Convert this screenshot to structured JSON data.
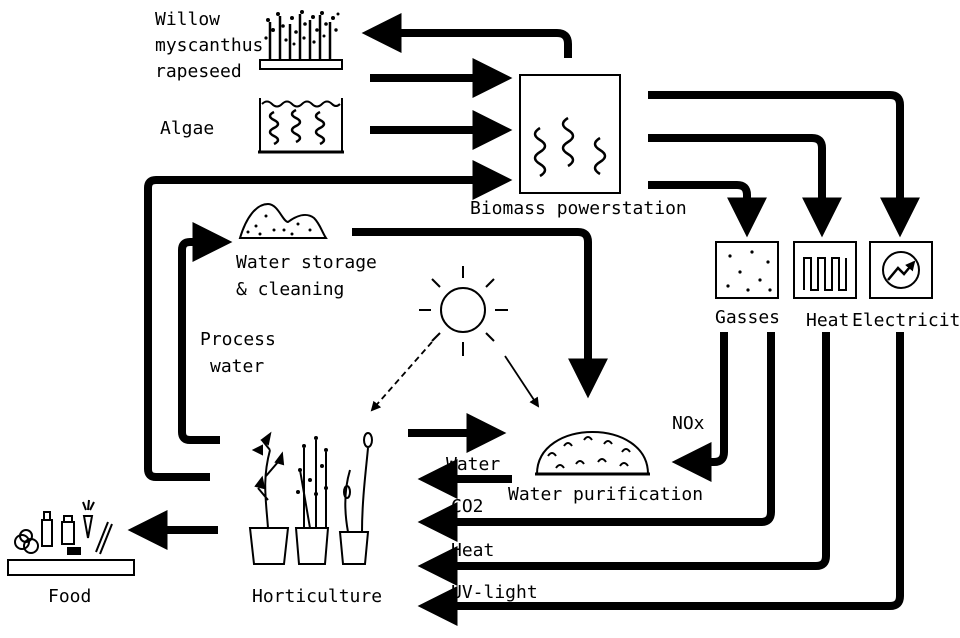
{
  "colors": {
    "stroke": "#000000",
    "background": "#ffffff"
  },
  "sources": {
    "crops_line1": "Willow",
    "crops_line2": "myscanthus",
    "crops_line3": "rapeseed",
    "algae": "Algae"
  },
  "nodes": {
    "powerstation": "Biomass powerstation",
    "gasses": "Gasses",
    "heat": "Heat",
    "electricity": "Electricity",
    "water_storage_line1": "Water storage",
    "water_storage_line2": "& cleaning",
    "process_water_line1": "Process",
    "process_water_line2": "water",
    "water_purification": "Water purification",
    "horticulture": "Horticulture",
    "food": "Food"
  },
  "flows": {
    "nox": "NOx",
    "water": "Water",
    "co2": "CO2",
    "heat": "Heat",
    "uv_light": "UV-light"
  }
}
